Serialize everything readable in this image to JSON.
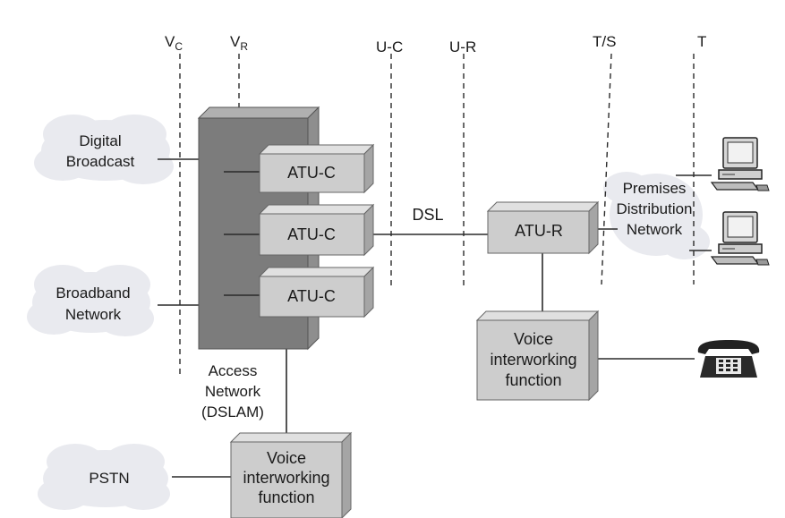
{
  "reference_points": {
    "vc_main": "V",
    "vc_sub": "C",
    "vr_main": "V",
    "vr_sub": "R",
    "uc": "U-C",
    "ur": "U-R",
    "ts": "T/S",
    "t": "T"
  },
  "clouds": {
    "digital_broadcast": [
      "Digital",
      "Broadcast"
    ],
    "broadband_network": [
      "Broadband",
      "Network"
    ],
    "pstn": [
      "PSTN"
    ]
  },
  "access_network": [
    "Access",
    "Network",
    "(DSLAM)"
  ],
  "atu_c_label": "ATU-C",
  "atu_r_label": "ATU-R",
  "dsl_label": "DSL",
  "premises_distribution": [
    "Premises",
    "Distribution",
    "Network"
  ],
  "voice_interworking": [
    "Voice",
    "interworking",
    "function"
  ],
  "colors": {
    "dslam_face": "#7c7c7c",
    "box_face": "#cdcdcd",
    "cloud": "#e9eaef"
  }
}
